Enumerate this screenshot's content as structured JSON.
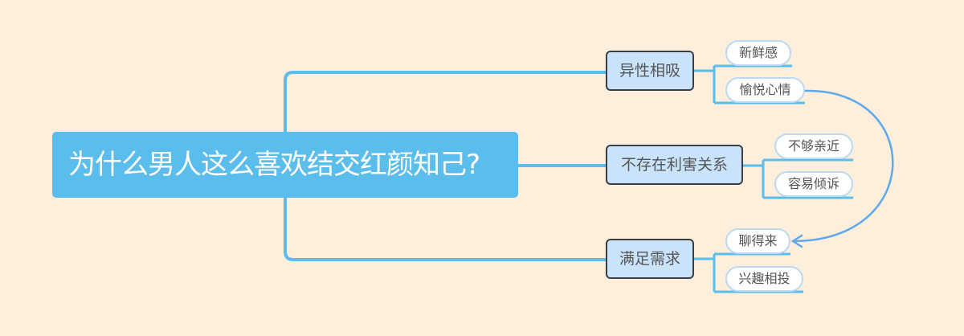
{
  "colors": {
    "background": "#fdefdc",
    "central_fill": "#5bbdec",
    "central_text": "#ffffff",
    "connector": "#5bbdec",
    "main_topic_fill": "#c9e3fb",
    "main_topic_border": "#3b3f45",
    "sub_topic_fill": "#ffffff",
    "sub_topic_border": "#bcd9f3",
    "relationship_arrow": "#5ea8ee",
    "text": "#555555"
  },
  "central_topic": {
    "label": "为什么男人这么喜欢结交红颜知己?"
  },
  "branches": [
    {
      "label": "异性相吸",
      "children": [
        {
          "label": "新鲜感"
        },
        {
          "label": "愉悦心情"
        }
      ]
    },
    {
      "label": "不存在利害关系",
      "children": [
        {
          "label": "不够亲近"
        },
        {
          "label": "容易倾诉"
        }
      ]
    },
    {
      "label": "满足需求",
      "children": [
        {
          "label": "聊得来"
        },
        {
          "label": "兴趣相投"
        }
      ]
    }
  ],
  "relationship": {
    "from": "愉悦心情",
    "to": "聊得来"
  }
}
